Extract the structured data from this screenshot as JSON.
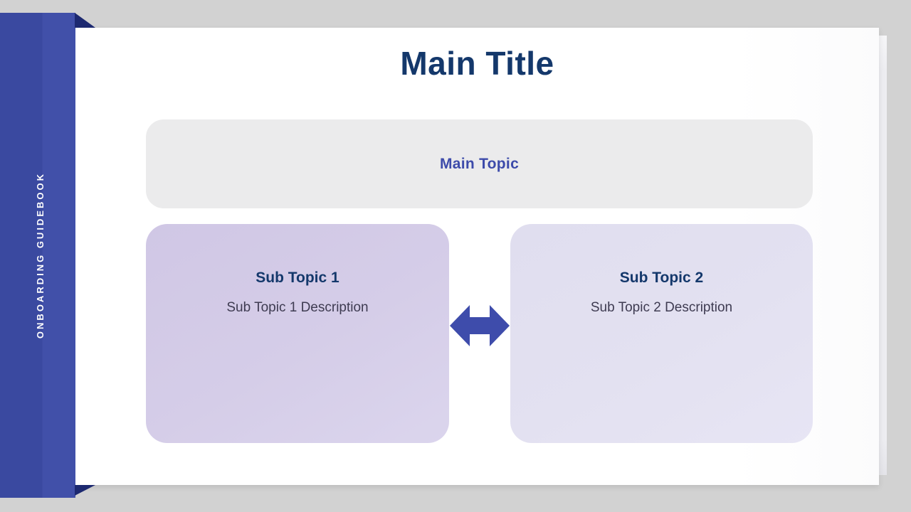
{
  "slide": {
    "title": "Main Title",
    "background_color": "#D2D2D2",
    "page_color": "#FFFFFF"
  },
  "sidebar": {
    "label": "ONBOARDING GUIDEBOOK",
    "ribbon_color": "#3B4AA1",
    "fold_color": "#1D2970",
    "text_color": "#FFFFFF"
  },
  "main_topic": {
    "label": "Main Topic",
    "box_color": "#EBEBEC",
    "text_color": "#3D4BAA"
  },
  "sub_topics": [
    {
      "title": "Sub Topic 1",
      "description": "Sub Topic 1 Description",
      "box_color": "#D4CCE8",
      "title_color": "#14386B",
      "description_color": "#3E3B51"
    },
    {
      "title": "Sub Topic 2",
      "description": "Sub Topic 2 Description",
      "box_color": "#E2E1F1",
      "title_color": "#14386B",
      "description_color": "#3E3B51"
    }
  ],
  "connector": {
    "icon": "double-headed-arrow",
    "color": "#3E4CAB"
  }
}
